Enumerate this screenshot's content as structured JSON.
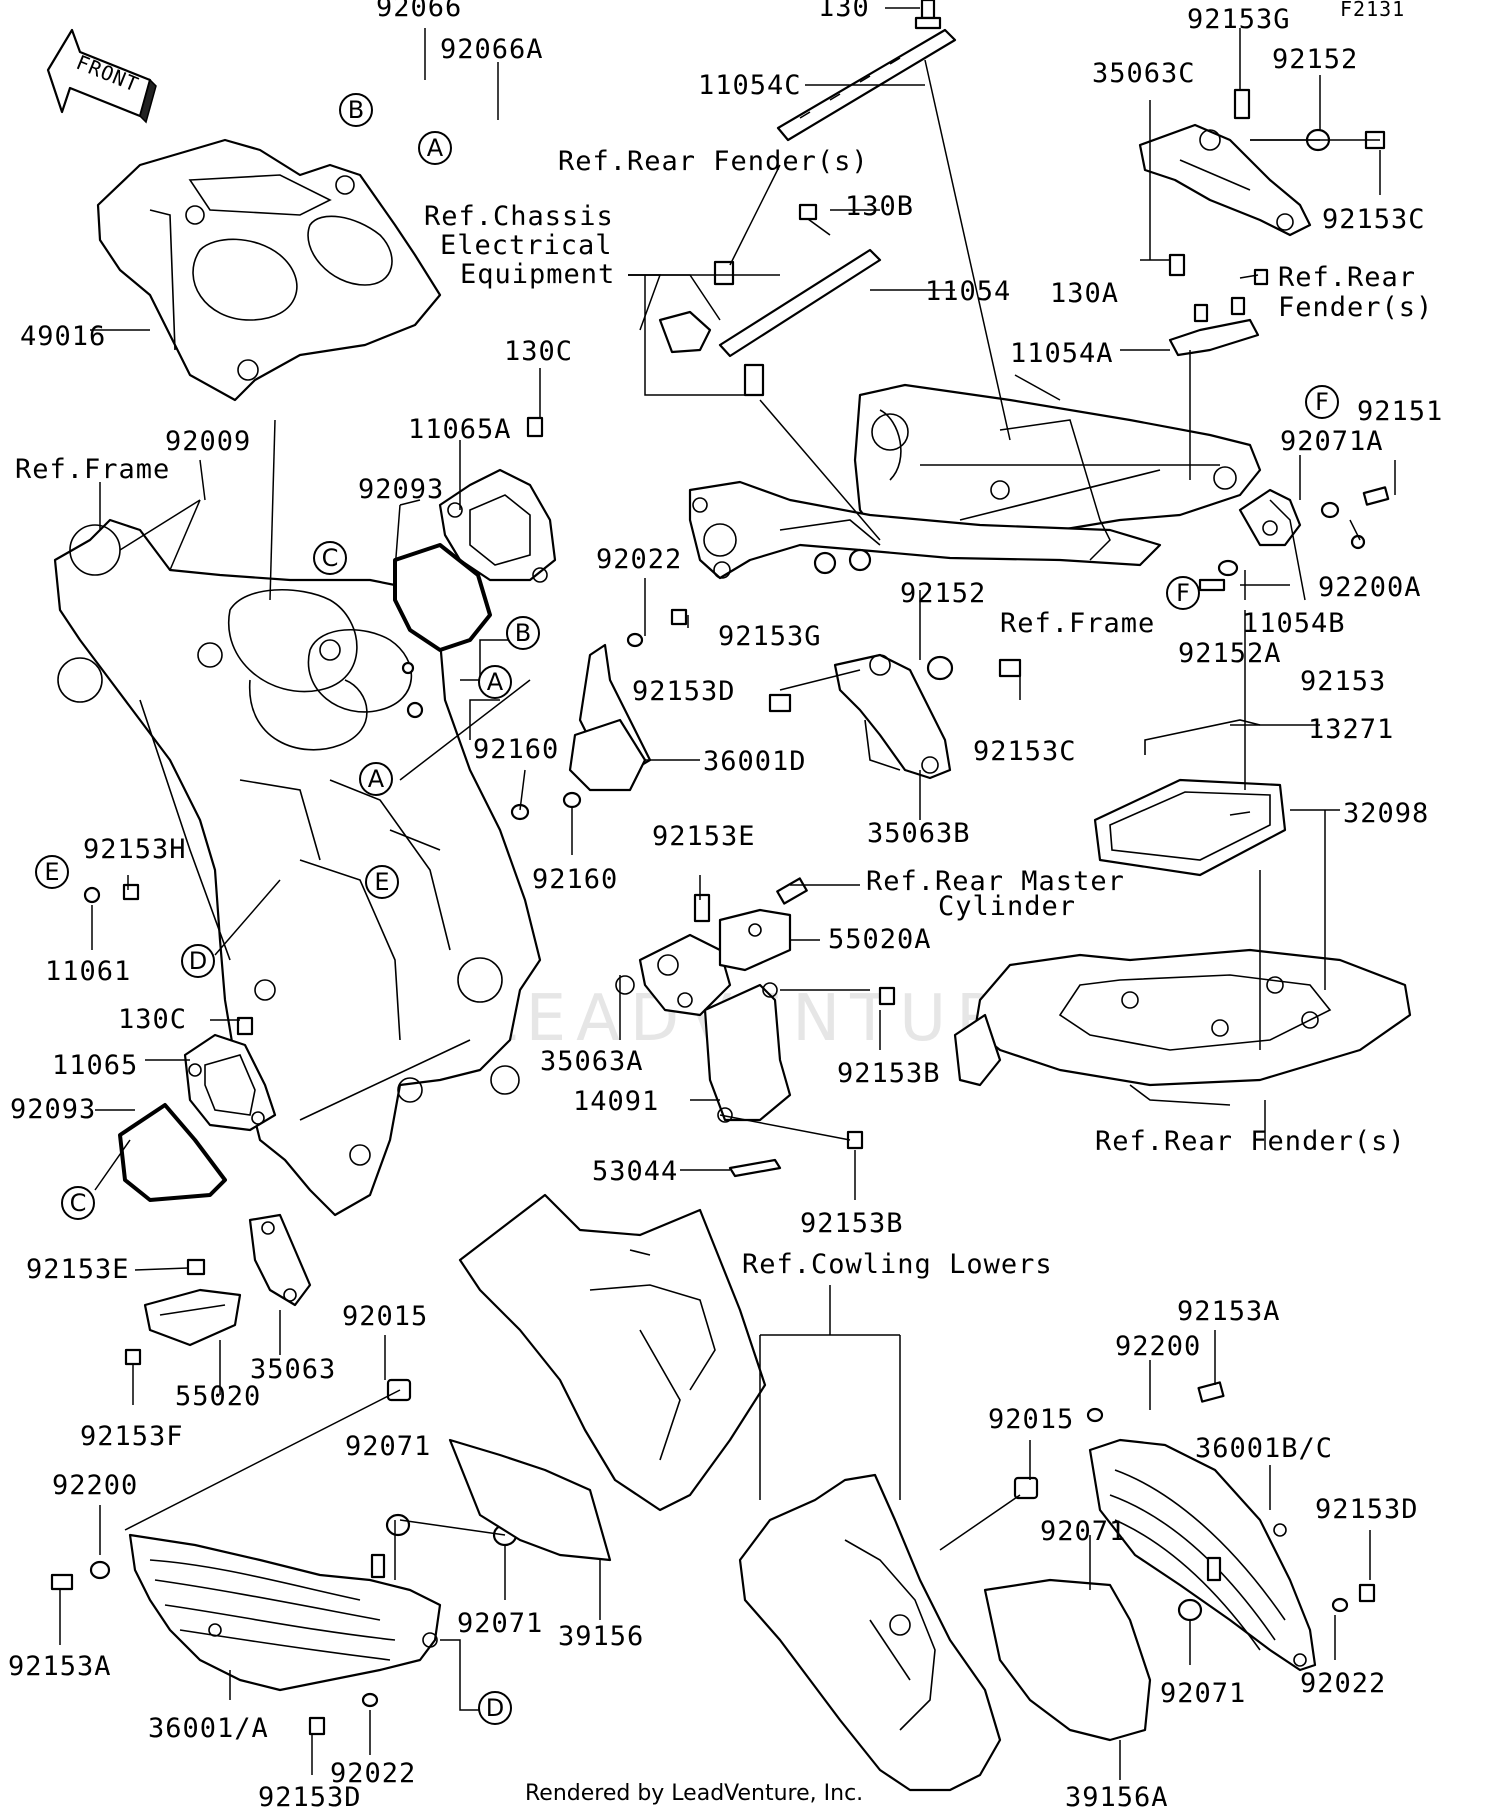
{
  "diagram_code": "F2131",
  "front_label": "FRONT",
  "footer": "Rendered by LeadVenture, Inc.",
  "watermark": "LEADVENTURE",
  "part_labels": [
    {
      "id": "p01",
      "text": "92066"
    },
    {
      "id": "p02",
      "text": "92066A"
    },
    {
      "id": "p03",
      "text": "130"
    },
    {
      "id": "p04",
      "text": "11054C"
    },
    {
      "id": "p05",
      "text": "92153G"
    },
    {
      "id": "p06",
      "text": "92152"
    },
    {
      "id": "p07",
      "text": "35063C"
    },
    {
      "id": "p08",
      "text": "92153C"
    },
    {
      "id": "p09",
      "text": "Ref.Rear Fender(s)"
    },
    {
      "id": "p10",
      "text": "130B"
    },
    {
      "id": "p11",
      "text": "Ref.Chassis"
    },
    {
      "id": "p12",
      "text": "Electrical"
    },
    {
      "id": "p13",
      "text": "Equipment"
    },
    {
      "id": "p14",
      "text": "11054"
    },
    {
      "id": "p15",
      "text": "130A"
    },
    {
      "id": "p16",
      "text": "Ref.Rear"
    },
    {
      "id": "p17",
      "text": "Fender(s)"
    },
    {
      "id": "p18",
      "text": "49016"
    },
    {
      "id": "p19",
      "text": "11054A"
    },
    {
      "id": "p20",
      "text": "130C"
    },
    {
      "id": "p21",
      "text": "92151"
    },
    {
      "id": "p22",
      "text": "11065A"
    },
    {
      "id": "p23",
      "text": "92071A"
    },
    {
      "id": "p24",
      "text": "92009"
    },
    {
      "id": "p25",
      "text": "Ref.Frame"
    },
    {
      "id": "p26",
      "text": "92093"
    },
    {
      "id": "p27",
      "text": "92022"
    },
    {
      "id": "p28",
      "text": "92200A"
    },
    {
      "id": "p29",
      "text": "92152"
    },
    {
      "id": "p30",
      "text": "Ref.Frame"
    },
    {
      "id": "p31",
      "text": "11054B"
    },
    {
      "id": "p32",
      "text": "92153D"
    },
    {
      "id": "p33",
      "text": "92153G"
    },
    {
      "id": "p34",
      "text": "92152A"
    },
    {
      "id": "p35",
      "text": "92153"
    },
    {
      "id": "p36",
      "text": "13271"
    },
    {
      "id": "p37",
      "text": "92160"
    },
    {
      "id": "p38",
      "text": "36001D"
    },
    {
      "id": "p39",
      "text": "92153C"
    },
    {
      "id": "p40",
      "text": "35063B"
    },
    {
      "id": "p41",
      "text": "32098"
    },
    {
      "id": "p42",
      "text": "92153H"
    },
    {
      "id": "p43",
      "text": "92160"
    },
    {
      "id": "p44",
      "text": "92153E"
    },
    {
      "id": "p45",
      "text": "Ref.Rear Master"
    },
    {
      "id": "p46",
      "text": "Cylinder"
    },
    {
      "id": "p47",
      "text": "55020A"
    },
    {
      "id": "p48",
      "text": "11061"
    },
    {
      "id": "p49",
      "text": "130C"
    },
    {
      "id": "p50",
      "text": "35063A"
    },
    {
      "id": "p51",
      "text": "92153B"
    },
    {
      "id": "p52",
      "text": "11065"
    },
    {
      "id": "p53",
      "text": "14091"
    },
    {
      "id": "p54",
      "text": "92093"
    },
    {
      "id": "p55",
      "text": "Ref.Rear Fender(s)"
    },
    {
      "id": "p56",
      "text": "53044"
    },
    {
      "id": "p57",
      "text": "92153B"
    },
    {
      "id": "p58",
      "text": "Ref.Cowling Lowers"
    },
    {
      "id": "p59",
      "text": "92153E"
    },
    {
      "id": "p60",
      "text": "35063"
    },
    {
      "id": "p61",
      "text": "55020"
    },
    {
      "id": "p62",
      "text": "92015"
    },
    {
      "id": "p63",
      "text": "92153A"
    },
    {
      "id": "p64",
      "text": "92200"
    },
    {
      "id": "p65",
      "text": "92153F"
    },
    {
      "id": "p66",
      "text": "92015"
    },
    {
      "id": "p67",
      "text": "36001B/C"
    },
    {
      "id": "p68",
      "text": "92071"
    },
    {
      "id": "p69",
      "text": "92200"
    },
    {
      "id": "p70",
      "text": "92153D"
    },
    {
      "id": "p71",
      "text": "92071"
    },
    {
      "id": "p72",
      "text": "92153A"
    },
    {
      "id": "p73",
      "text": "92071"
    },
    {
      "id": "p74",
      "text": "39156"
    },
    {
      "id": "p75",
      "text": "92071"
    },
    {
      "id": "p76",
      "text": "92022"
    },
    {
      "id": "p77",
      "text": "36001/A"
    },
    {
      "id": "p78",
      "text": "92022"
    },
    {
      "id": "p79",
      "text": "92153D"
    },
    {
      "id": "p80",
      "text": "39156A"
    }
  ],
  "callouts": [
    {
      "id": "c01",
      "letter": "B"
    },
    {
      "id": "c02",
      "letter": "A"
    },
    {
      "id": "c03",
      "letter": "C"
    },
    {
      "id": "c04",
      "letter": "B"
    },
    {
      "id": "c05",
      "letter": "A"
    },
    {
      "id": "c06",
      "letter": "A"
    },
    {
      "id": "c07",
      "letter": "E"
    },
    {
      "id": "c08",
      "letter": "E"
    },
    {
      "id": "c09",
      "letter": "D"
    },
    {
      "id": "c10",
      "letter": "C"
    },
    {
      "id": "c11",
      "letter": "F"
    },
    {
      "id": "c12",
      "letter": "F"
    },
    {
      "id": "c13",
      "letter": "D"
    }
  ]
}
